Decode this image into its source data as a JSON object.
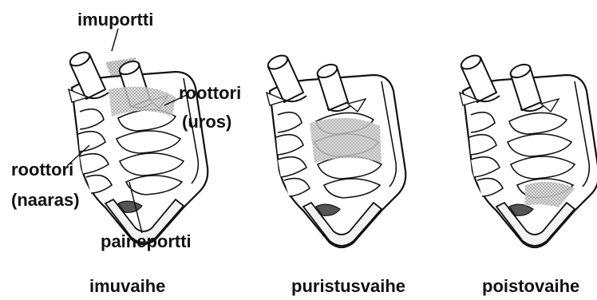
{
  "labels": {
    "intake_port": "imuportti",
    "male_rotor_line1": "roottori",
    "male_rotor_line2": "(uros)",
    "female_rotor_line1": "roottori",
    "female_rotor_line2": "(naaras)",
    "discharge_port": "paineportti"
  },
  "phases": [
    {
      "label": "imuvaihe"
    },
    {
      "label": "puristusvaihe"
    },
    {
      "label": "poistovaihe"
    }
  ],
  "colors": {
    "line": "#111111",
    "shade": "#b8b8b8",
    "background": "#ffffff"
  }
}
